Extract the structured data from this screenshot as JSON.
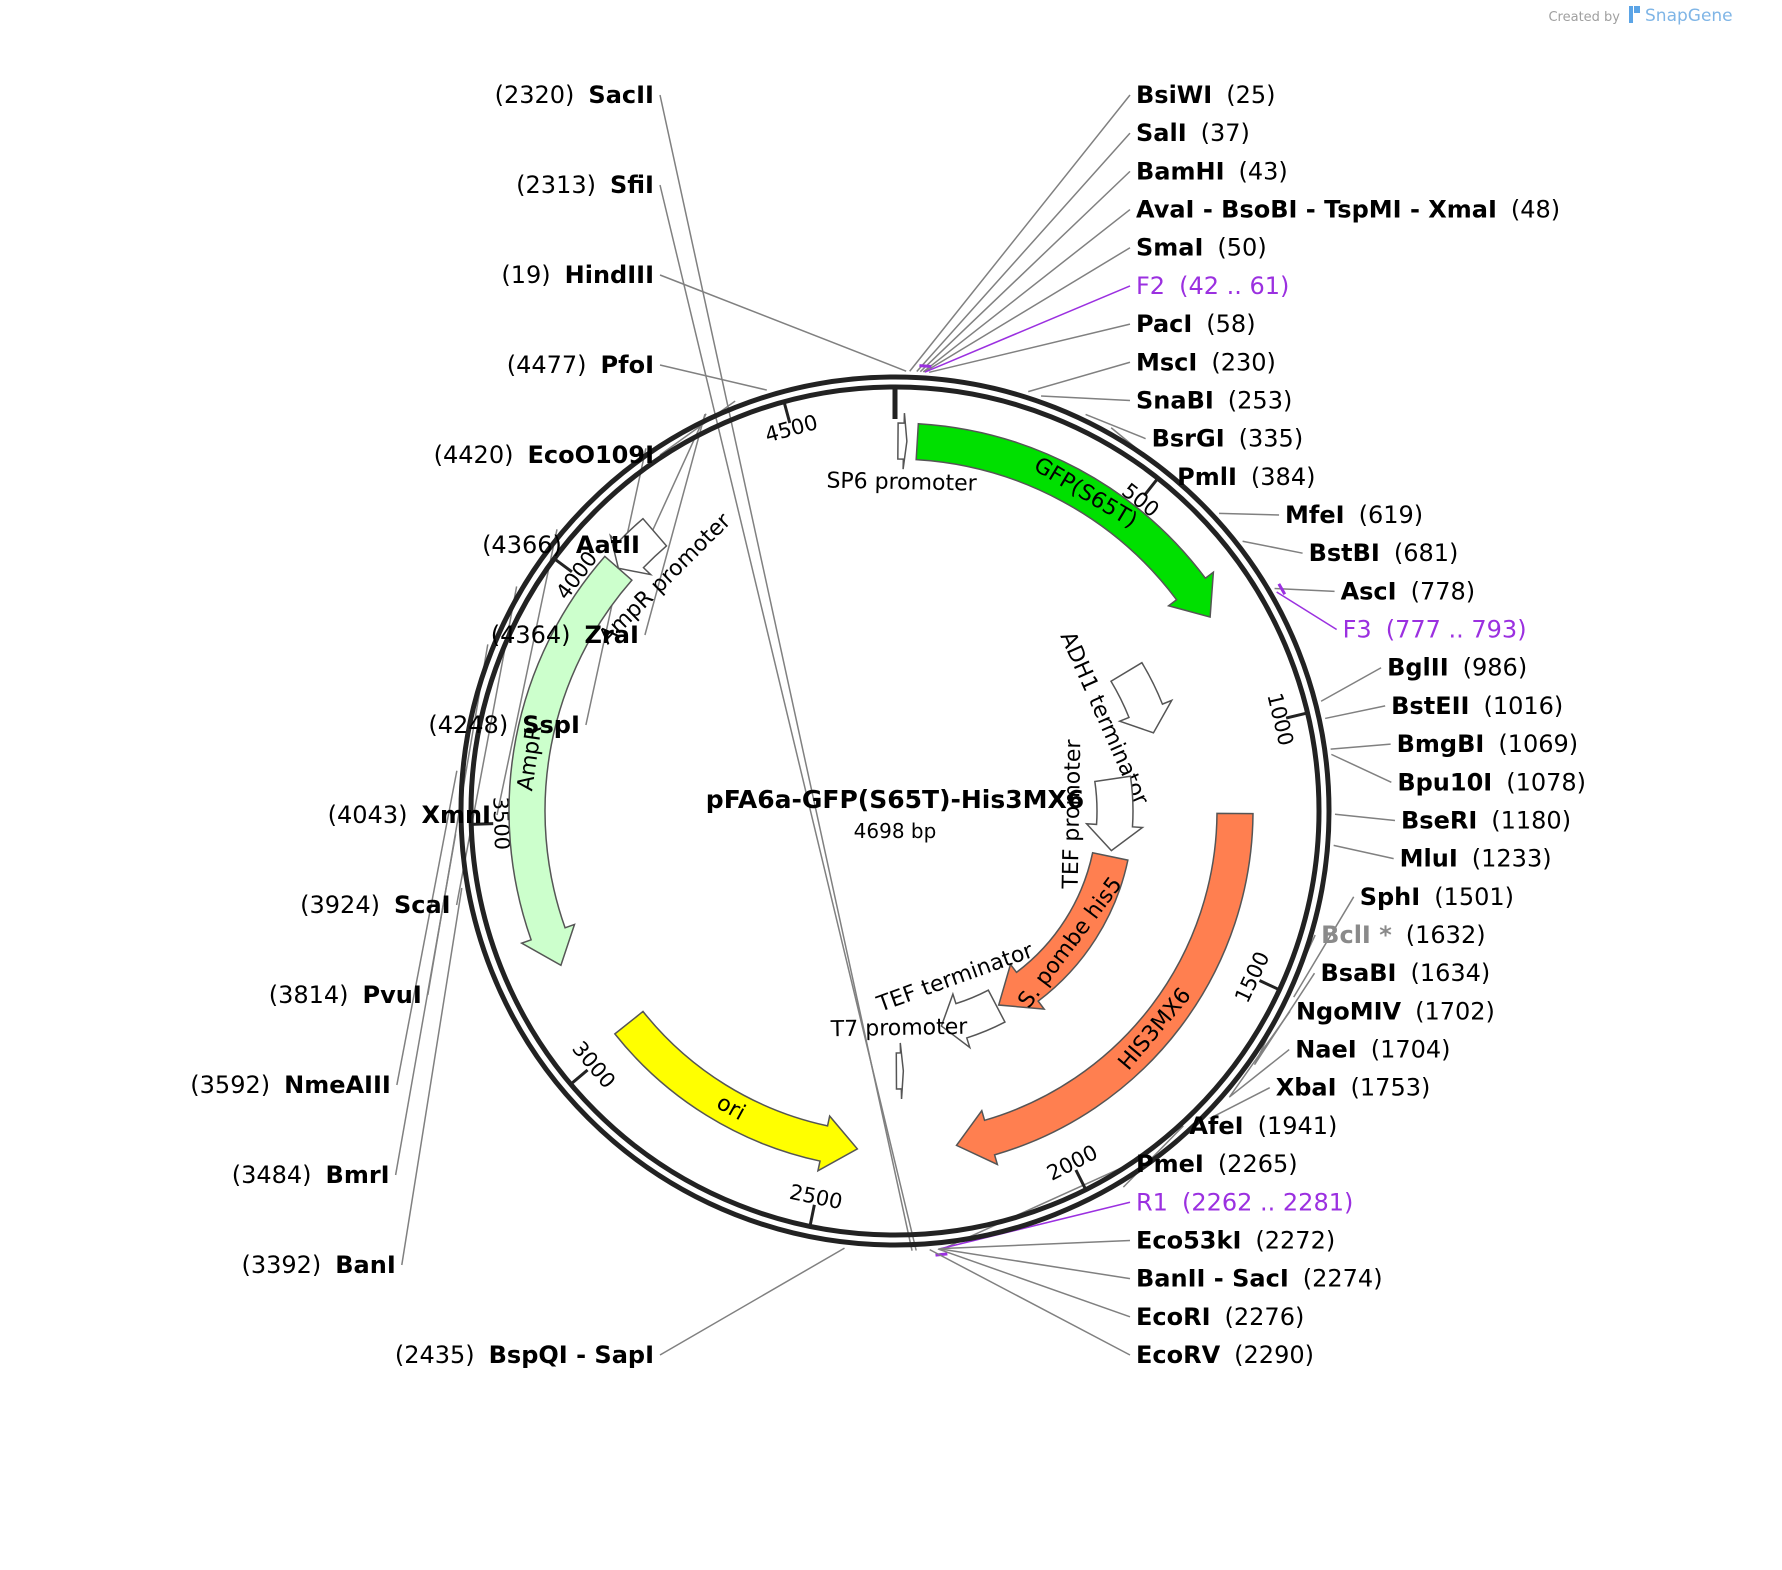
{
  "credit": {
    "prefix": "Created by",
    "brand": "SnapGene"
  },
  "plasmid": {
    "name": "pFA6a-GFP(S65T)-His3MX6",
    "length_label": "4698 bp",
    "total_bp": 4698
  },
  "ticks": [
    {
      "bp": 0,
      "label": ""
    },
    {
      "bp": 500,
      "label": "500"
    },
    {
      "bp": 1000,
      "label": "1000"
    },
    {
      "bp": 1500,
      "label": "1500"
    },
    {
      "bp": 2000,
      "label": "2000"
    },
    {
      "bp": 2500,
      "label": "2500"
    },
    {
      "bp": 3000,
      "label": "3000"
    },
    {
      "bp": 3500,
      "label": "3500"
    },
    {
      "bp": 4000,
      "label": "4000"
    },
    {
      "bp": 4500,
      "label": "4500"
    }
  ],
  "features": [
    {
      "name": "GFP(S65T)",
      "start": 45,
      "end": 762,
      "strand": 1,
      "color": "#00e000",
      "label_inside": true
    },
    {
      "name": "HIS3MX6",
      "start": 1180,
      "end": 2213,
      "strand": 1,
      "color": "#ff7f50",
      "label_inside": true
    },
    {
      "name": "S. pombe his5",
      "start": 1330,
      "end": 1982,
      "strand": 1,
      "color": "#ff7f50",
      "label_inside": true
    },
    {
      "name": "AmpR",
      "start": 3200,
      "end": 4062,
      "strand": -1,
      "color": "#ccffcc",
      "label_inside": true
    },
    {
      "name": "ori",
      "start": 2432,
      "end": 3021,
      "strand": -1,
      "color": "#ffff00",
      "label_inside": true
    },
    {
      "name": "AmpR promoter",
      "start": 4062,
      "end": 4166,
      "strand": -1,
      "color": "#ffffff",
      "label_inside": false
    },
    {
      "name": "SP6 promoter",
      "start": 6,
      "end": 24,
      "strand": 1,
      "color": "#ffffff",
      "label_inside": false
    },
    {
      "name": "ADH1 terminator",
      "start": 770,
      "end": 955,
      "strand": 1,
      "color": "#ffffff",
      "label_inside": false
    },
    {
      "name": "TEF promoter",
      "start": 1065,
      "end": 1310,
      "strand": 1,
      "color": "#ffffff",
      "label_inside": false
    },
    {
      "name": "TEF terminator",
      "start": 1990,
      "end": 2190,
      "strand": 1,
      "color": "#ffffff",
      "label_inside": false
    },
    {
      "name": "T7 promoter",
      "start": 2325,
      "end": 2345,
      "strand": -1,
      "color": "#ffffff",
      "label_inside": false
    }
  ],
  "sites": [
    {
      "name": "HindIII",
      "pos": "(19)",
      "bp": 19,
      "side": "left"
    },
    {
      "name": "PfoI",
      "pos": "(4477)",
      "bp": 4477,
      "side": "left"
    },
    {
      "name": "EcoO109I",
      "pos": "(4420)",
      "bp": 4420,
      "side": "left"
    },
    {
      "name": "AatII",
      "pos": "(4366)",
      "bp": 4366,
      "side": "left"
    },
    {
      "name": "ZraI",
      "pos": "(4364)",
      "bp": 4364,
      "side": "left"
    },
    {
      "name": "SspI",
      "pos": "(4248)",
      "bp": 4248,
      "side": "left"
    },
    {
      "name": "XmnI",
      "pos": "(4043)",
      "bp": 4043,
      "side": "left"
    },
    {
      "name": "ScaI",
      "pos": "(3924)",
      "bp": 3924,
      "side": "left"
    },
    {
      "name": "PvuI",
      "pos": "(3814)",
      "bp": 3814,
      "side": "left"
    },
    {
      "name": "NmeAIII",
      "pos": "(3592)",
      "bp": 3592,
      "side": "left"
    },
    {
      "name": "BmrI",
      "pos": "(3484)",
      "bp": 3484,
      "side": "left"
    },
    {
      "name": "BanI",
      "pos": "(3392)",
      "bp": 3392,
      "side": "left"
    },
    {
      "name": "BspQI  -  SapI",
      "pos": "(2435)",
      "bp": 2435,
      "side": "left"
    },
    {
      "name": "SacII",
      "pos": "(2320)",
      "bp": 2320,
      "side": "left"
    },
    {
      "name": "BsiWI",
      "pos": "(25)",
      "bp": 25,
      "side": "right"
    },
    {
      "name": "SalI",
      "pos": "(37)",
      "bp": 37,
      "side": "right"
    },
    {
      "name": "BamHI",
      "pos": "(43)",
      "bp": 43,
      "side": "right"
    },
    {
      "name": "AvaI  -  BsoBI  -  TspMI  -  XmaI",
      "pos": "(48)",
      "bp": 48,
      "side": "right"
    },
    {
      "name": "SmaI",
      "pos": "(50)",
      "bp": 50,
      "side": "right"
    },
    {
      "name": "PacI",
      "pos": "(58)",
      "bp": 58,
      "side": "right"
    },
    {
      "name": "MscI",
      "pos": "(230)",
      "bp": 230,
      "side": "right"
    },
    {
      "name": "SnaBI",
      "pos": "(253)",
      "bp": 253,
      "side": "right"
    },
    {
      "name": "BsrGI",
      "pos": "(335)",
      "bp": 335,
      "side": "right"
    },
    {
      "name": "PmlI",
      "pos": "(384)",
      "bp": 384,
      "side": "right"
    },
    {
      "name": "MfeI",
      "pos": "(619)",
      "bp": 619,
      "side": "right"
    },
    {
      "name": "BstBI",
      "pos": "(681)",
      "bp": 681,
      "side": "right"
    },
    {
      "name": "AscI",
      "pos": "(778)",
      "bp": 778,
      "side": "right"
    },
    {
      "name": "BglII",
      "pos": "(986)",
      "bp": 986,
      "side": "right"
    },
    {
      "name": "BstEII",
      "pos": "(1016)",
      "bp": 1016,
      "side": "right"
    },
    {
      "name": "BmgBI",
      "pos": "(1069)",
      "bp": 1069,
      "side": "right"
    },
    {
      "name": "Bpu10I",
      "pos": "(1078)",
      "bp": 1078,
      "side": "right"
    },
    {
      "name": "BseRI",
      "pos": "(1180)",
      "bp": 1180,
      "side": "right"
    },
    {
      "name": "MluI",
      "pos": "(1233)",
      "bp": 1233,
      "side": "right"
    },
    {
      "name": "SphI",
      "pos": "(1501)",
      "bp": 1501,
      "side": "right"
    },
    {
      "name": "BclI *",
      "pos": "(1632)",
      "bp": 1632,
      "side": "right",
      "muted": true
    },
    {
      "name": "BsaBI",
      "pos": "(1634)",
      "bp": 1634,
      "side": "right"
    },
    {
      "name": "NgoMIV",
      "pos": "(1702)",
      "bp": 1702,
      "side": "right"
    },
    {
      "name": "NaeI",
      "pos": "(1704)",
      "bp": 1704,
      "side": "right"
    },
    {
      "name": "XbaI",
      "pos": "(1753)",
      "bp": 1753,
      "side": "right"
    },
    {
      "name": "AfeI",
      "pos": "(1941)",
      "bp": 1941,
      "side": "right"
    },
    {
      "name": "PmeI",
      "pos": "(2265)",
      "bp": 2265,
      "side": "right"
    },
    {
      "name": "Eco53kI",
      "pos": "(2272)",
      "bp": 2272,
      "side": "right"
    },
    {
      "name": "BanII  -  SacI",
      "pos": "(2274)",
      "bp": 2274,
      "side": "right"
    },
    {
      "name": "EcoRI",
      "pos": "(2276)",
      "bp": 2276,
      "side": "right"
    },
    {
      "name": "EcoRV",
      "pos": "(2290)",
      "bp": 2290,
      "side": "right"
    },
    {
      "name": "SfiI",
      "pos": "(2313)",
      "bp": 2313,
      "side": "left"
    }
  ],
  "primers": [
    {
      "name": "F2",
      "pos": "(42 .. 61)",
      "bp": 51,
      "side": "right"
    },
    {
      "name": "F3",
      "pos": "(777 .. 793)",
      "bp": 785,
      "side": "right"
    },
    {
      "name": "R1",
      "pos": "(2262 .. 2281)",
      "bp": 2271,
      "side": "right"
    }
  ],
  "colors": {
    "primer": "#9b30e0",
    "leader": "#808080",
    "ring": "#222222",
    "muted": "#8a8a8a"
  }
}
